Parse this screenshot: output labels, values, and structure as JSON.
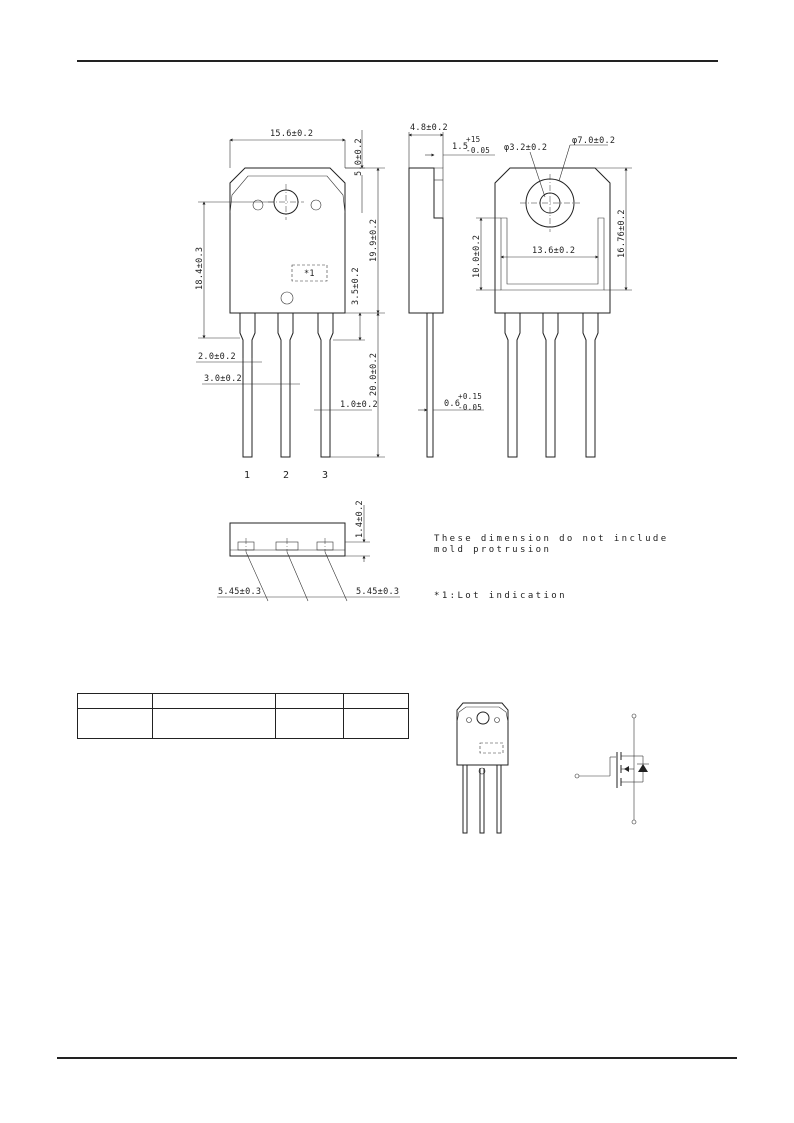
{
  "drawing": {
    "front_dims": {
      "width": "15.6±0.2",
      "top_offset": "5.0±0.2",
      "body_height": "19.9±0.2",
      "hole_to_pin": "18.4±0.3",
      "lead_exit": "3.5±0.2",
      "lead_length": "20.0±0.2",
      "pin_width_top": "2.0±0.2",
      "pin_width_bottom": "3.0±0.2",
      "lead_thickness": "1.0±0.2"
    },
    "side_dims": {
      "thickness": "4.8±0.2",
      "tab_base": "1.5",
      "tab_tol_plus": "+15",
      "tab_tol_minus": "-0.05",
      "lead_base": "0.6",
      "lead_tol_plus": "+0.15",
      "lead_tol_minus": "-0.05"
    },
    "back_dims": {
      "hole_dia": "φ3.2±0.2",
      "boss_dia": "φ7.0±0.2",
      "pad_height": "10.0±0.2",
      "pad_width": "13.6±0.2",
      "total_height": "16.76±0.2"
    },
    "bottom_dims": {
      "thickness": "1.4±0.2",
      "pitch_left": "5.45±0.3",
      "pitch_right": "5.45±0.3"
    },
    "lot_mark": "*1",
    "pin_labels": [
      "1",
      "2",
      "3"
    ]
  },
  "notes": {
    "line1": "These dimension do not include",
    "line2": "mold protrusion",
    "lot": "*1:Lot indication"
  },
  "table": {
    "headers": [
      "",
      "",
      "",
      ""
    ],
    "row": [
      "",
      "",
      "",
      ""
    ]
  }
}
